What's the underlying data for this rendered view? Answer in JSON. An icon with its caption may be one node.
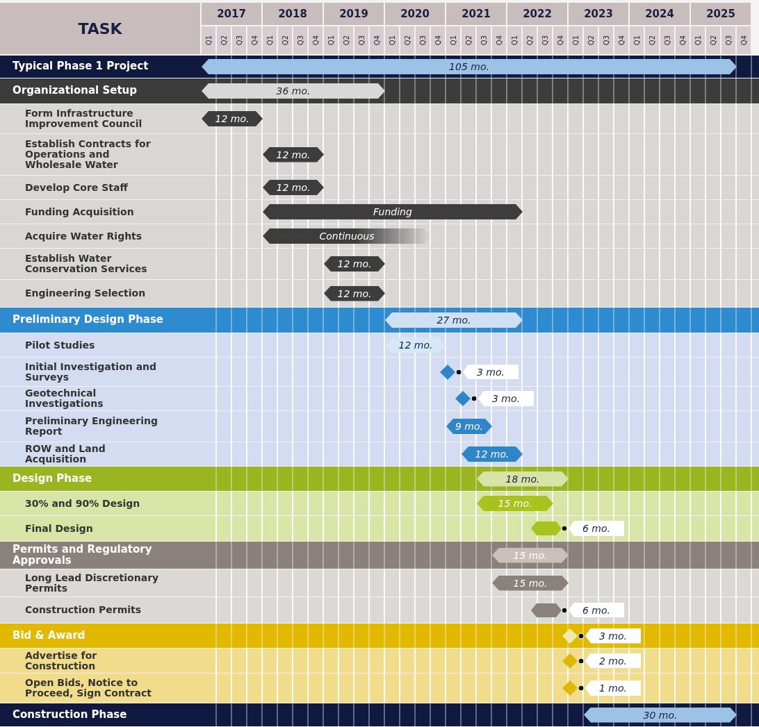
{
  "diagram": {
    "nodes": [
      {
        "text": [
          "Typical Phase 1 Project"
        ]
      },
      {
        "text": [
          "105 mo."
        ],
        "in": 0
      },
      {
        "text": [
          "Organizational Setup"
        ]
      },
      {
        "text": [
          "36 mo."
        ],
        "in": 2
      },
      {
        "text": [
          "Form Infrastructure Improvement Council"
        ]
      },
      {
        "text": [
          "12 mo."
        ],
        "in": 4
      },
      {
        "text": [
          "Establish Contracts for Operations and Wholesale Water"
        ]
      },
      {
        "text": [
          "12 mo."
        ],
        "in": 6
      },
      {
        "text": [
          "Develop Core Staff"
        ]
      },
      {
        "text": [
          "12 mo."
        ],
        "in": 8
      },
      {
        "text": [
          "Funding Acquisition"
        ]
      },
      {
        "text": [
          "Funding"
        ],
        "in": 10
      },
      {
        "text": [
          "Acquire Water Rights"
        ]
      },
      {
        "text": [
          "Continuous"
        ],
        "in": 12
      },
      {
        "text": [
          "Establish Water Conservation Services"
        ]
      },
      {
        "text": [
          "12 mo."
        ],
        "in": 14
      },
      {
        "text": [
          "Engineering Selection"
        ]
      },
      {
        "text": [
          "12 mo."
        ],
        "in": 16
      },
      {
        "text": [
          "Preliminary Design Phase"
        ]
      },
      {
        "text": [
          "27 mo."
        ],
        "in": 18
      },
      {
        "text": [
          "Pilot Studies"
        ]
      },
      {
        "text": [
          "12 mo."
        ],
        "in": 20
      },
      {
        "text": [
          "Initial Investigation and Surveys"
        ]
      },
      {
        "text": [
          "3 mo."
        ],
        "in": 22
      },
      {
        "text": [
          "Geotechnical Investigations"
        ]
      },
      {
        "text": [
          "3 mo."
        ],
        "in": 24
      },
      {
        "text": [
          "Preliminary Engineering Report"
        ]
      },
      {
        "text": [
          "9 mo."
        ],
        "in": 26
      },
      {
        "text": [
          "ROW and Land Acquisition"
        ]
      },
      {
        "text": [
          "12 mo."
        ],
        "in": 28
      },
      {
        "text": [
          "Design Phase"
        ]
      },
      {
        "text": [
          "18 mo."
        ],
        "in": 30
      },
      {
        "text": [
          "30% and 90% Design"
        ]
      },
      {
        "text": [
          "15 mo."
        ],
        "in": 32
      },
      {
        "text": [
          "Final Design"
        ]
      },
      {
        "text": [
          "6 mo."
        ],
        "in": 34
      },
      {
        "text": [
          "Permits and Regulatory Approvals"
        ]
      },
      {
        "text": [
          "15 mo."
        ],
        "in": 36
      },
      {
        "text": [
          "Long Lead Discretionary Permits"
        ]
      },
      {
        "text": [
          "15 mo."
        ],
        "in": 38
      },
      {
        "text": [
          "Construction Permits"
        ]
      },
      {
        "text": [
          "6 mo."
        ],
        "in": 40
      },
      {
        "text": [
          "Bid & Award"
        ]
      },
      {
        "text": [
          "3 mo."
        ],
        "in": 42
      },
      {
        "text": [
          "Advertise for Construction"
        ]
      },
      {
        "text": [
          "2 mo."
        ],
        "in": 44
      },
      {
        "text": [
          "Open Bids, Notice to Proceed, Sign Contract"
        ]
      },
      {
        "text": [
          "1 mo."
        ],
        "in": 46
      },
      {
        "text": [
          "Construction Phase"
        ]
      },
      {
        "text": [
          "30 mo."
        ],
        "in": 48
      }
    ],
    "labels": [
      "TASK",
      "2017",
      "2018",
      "2019",
      "2020",
      "2021",
      "2022",
      "2023",
      "2024",
      "2025",
      "Q1",
      "Q2",
      "Q3",
      "Q4",
      "Q1",
      "Q2",
      "Q3",
      "Q4",
      "Q1",
      "Q2",
      "Q3",
      "Q4",
      "Q1",
      "Q2",
      "Q3",
      "Q4",
      "Q1",
      "Q2",
      "Q3",
      "Q4",
      "Q1",
      "Q2",
      "Q3",
      "Q4",
      "Q1",
      "Q2",
      "Q3",
      "Q4",
      "Q1",
      "Q2",
      "Q3",
      "Q4",
      "Q1",
      "Q2",
      "Q3",
      "Q4"
    ]
  }
}
